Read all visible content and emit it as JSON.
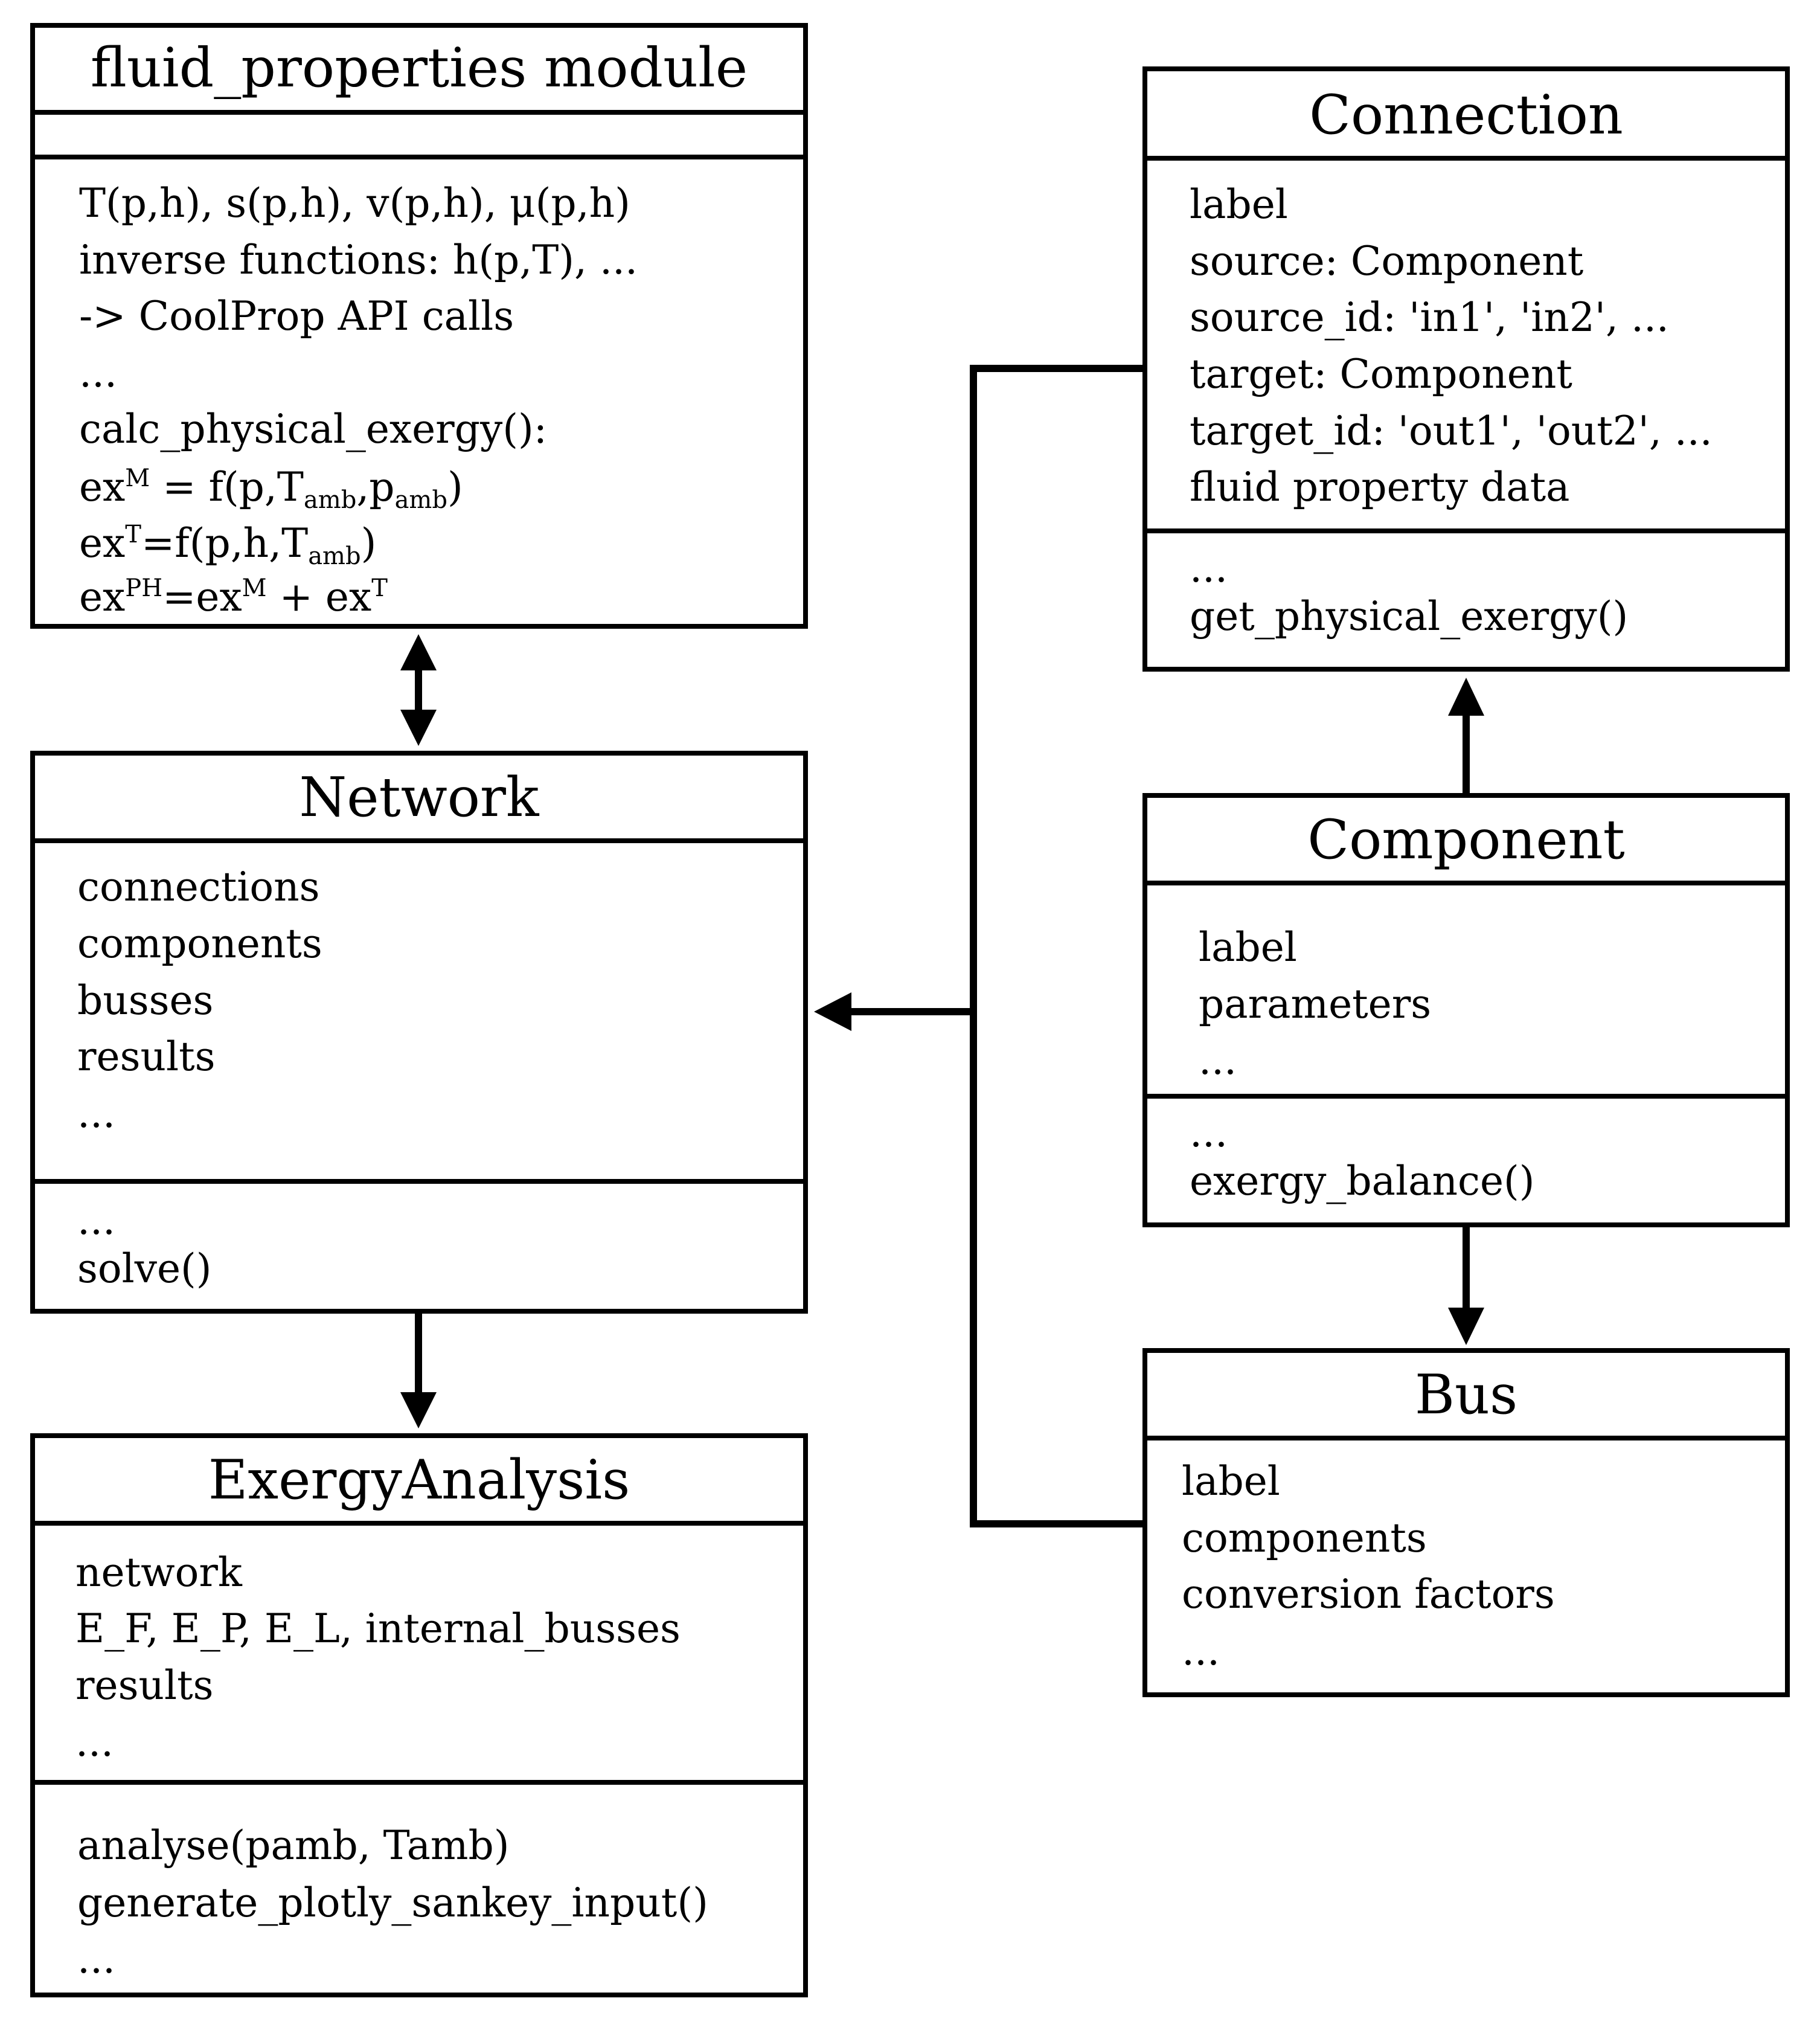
{
  "fluid": {
    "title": "fluid_properties module",
    "attributes": [],
    "methods": {
      "m1": "T(p,h), s(p,h), v(p,h), μ(p,h)",
      "m2": "inverse functions: h(p,T), ...",
      "m3": "-> CoolProp API calls",
      "m4": "...",
      "m5": "calc_physical_exergy():",
      "ex_m_base": "ex",
      "ex_m_sup": "M",
      "ex_m_rest": " = f(p,T",
      "ex_m_sub1": "amb",
      "ex_m_comma": ",p",
      "ex_m_sub2": "amb",
      "ex_m_close": ")",
      "ex_t_base": "ex",
      "ex_t_sup": "T",
      "ex_t_rest": "=f(p,h,T",
      "ex_t_sub": "amb",
      "ex_t_close": ")",
      "ex_ph_base": "ex",
      "ex_ph_sup": "PH",
      "ex_ph_eq": "=ex",
      "ex_ph_sup2": "M",
      "ex_ph_plus": " + ex",
      "ex_ph_sup3": "T"
    }
  },
  "network": {
    "title": "Network",
    "attributes": [
      "connections",
      "components",
      "busses",
      "results",
      "..."
    ],
    "methods": [
      "...",
      "solve()"
    ]
  },
  "exergy": {
    "title": "ExergyAnalysis",
    "attributes": [
      "network",
      "E_F, E_P, E_L, internal_busses",
      "results",
      "..."
    ],
    "methods": [
      "analyse(pamb, Tamb)",
      "generate_plotly_sankey_input()",
      "..."
    ]
  },
  "connection": {
    "title": "Connection",
    "attributes": [
      "label",
      "source: Component",
      "source_id: 'in1', 'in2', ...",
      "target: Component",
      "target_id: 'out1', 'out2', ...",
      "fluid property data"
    ],
    "methods": [
      "...",
      "get_physical_exergy()"
    ]
  },
  "component": {
    "title": "Component",
    "attributes": [
      "label",
      "parameters",
      "..."
    ],
    "methods": [
      "...",
      "exergy_balance()"
    ]
  },
  "bus": {
    "title": "Bus",
    "attributes": [
      "label",
      "components",
      "conversion factors",
      "..."
    ]
  }
}
